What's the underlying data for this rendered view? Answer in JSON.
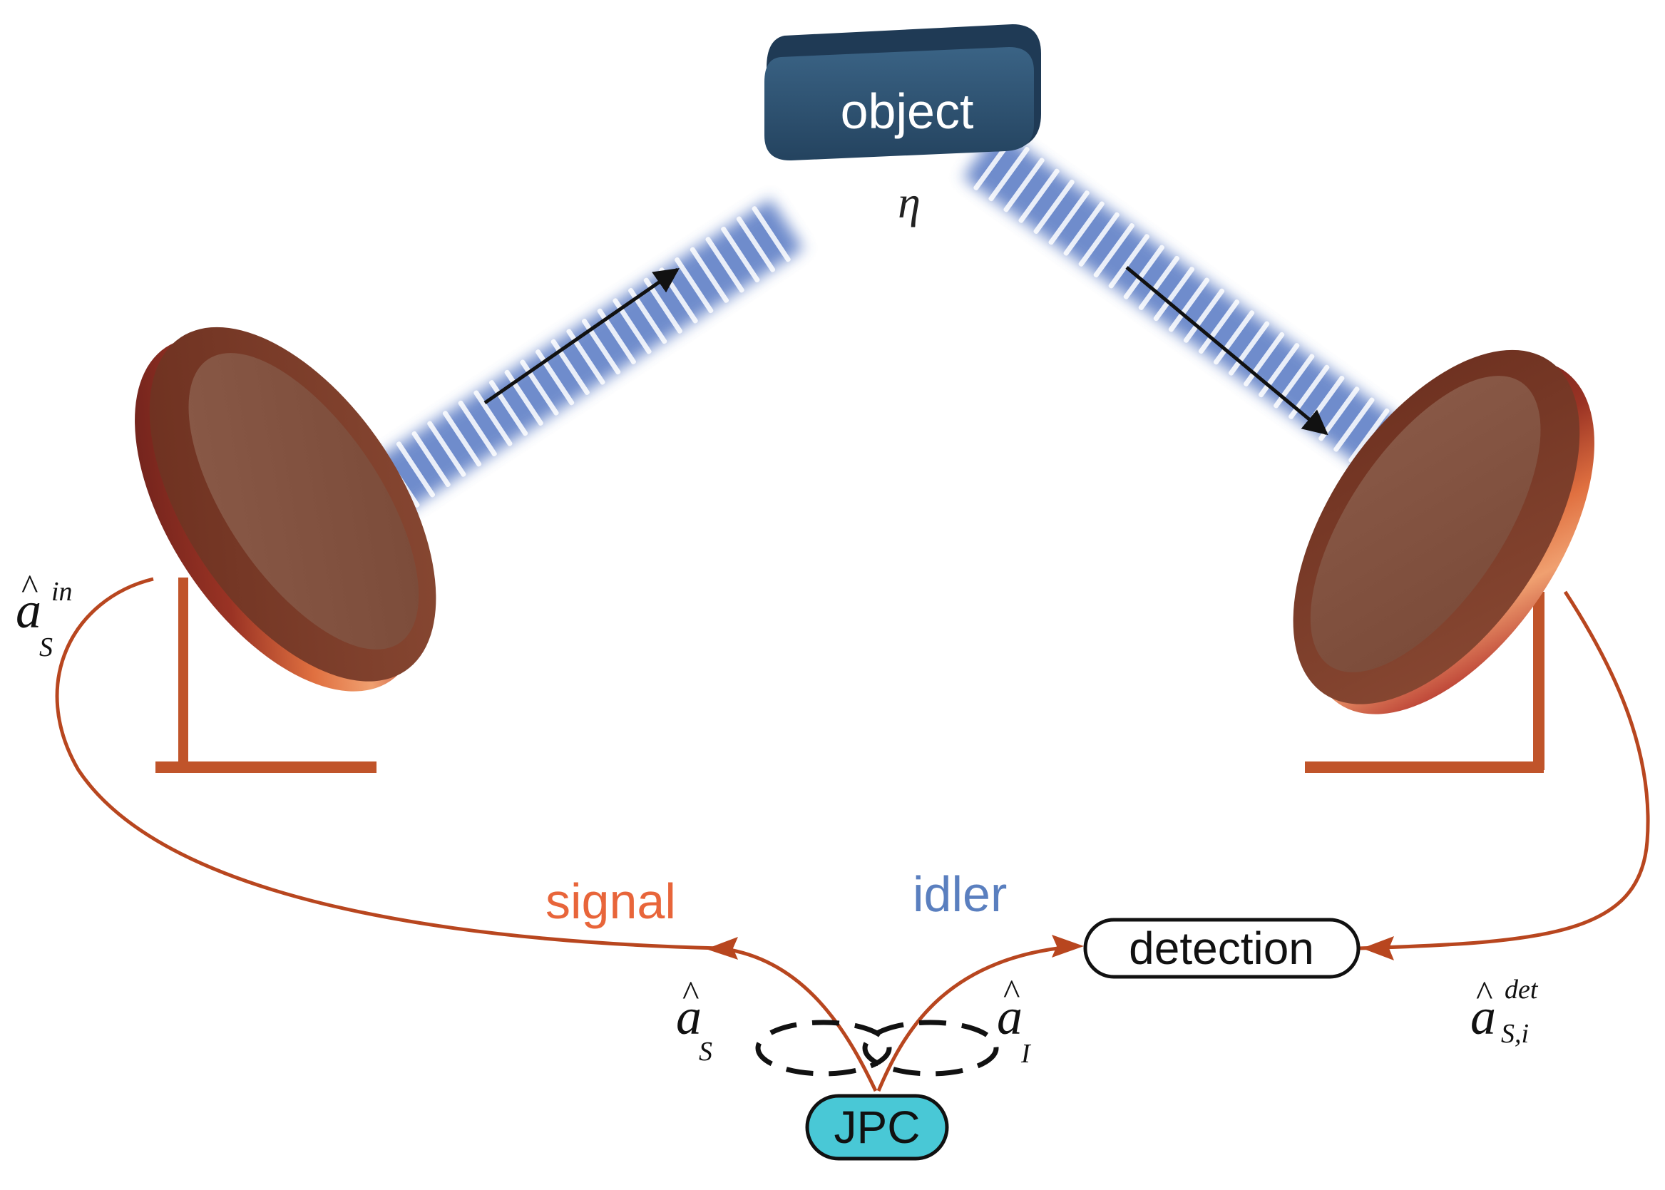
{
  "labels": {
    "object": "object",
    "eta": "η",
    "signal": "signal",
    "idler": "idler",
    "detection": "detection",
    "jpc": "JPC",
    "hat": "^",
    "a_in": {
      "base": "a",
      "sub": "S",
      "sup": "in"
    },
    "a_s": {
      "base": "a",
      "sub": "S"
    },
    "a_i": {
      "base": "a",
      "sub": "I"
    },
    "a_det": {
      "base": "a",
      "sub": "S,i",
      "sup": "det"
    }
  },
  "colors": {
    "cable": "#b8461f",
    "signal_text": "#e8653a",
    "idler_text": "#5a7fbf",
    "beam": "#3a63b8",
    "object_fill": "#2d4f6e",
    "jpc_fill": "#49c8d6",
    "mirror_face": "#7a3a26",
    "mirror_rim": "#c85a30",
    "stand": "#c0542a"
  }
}
